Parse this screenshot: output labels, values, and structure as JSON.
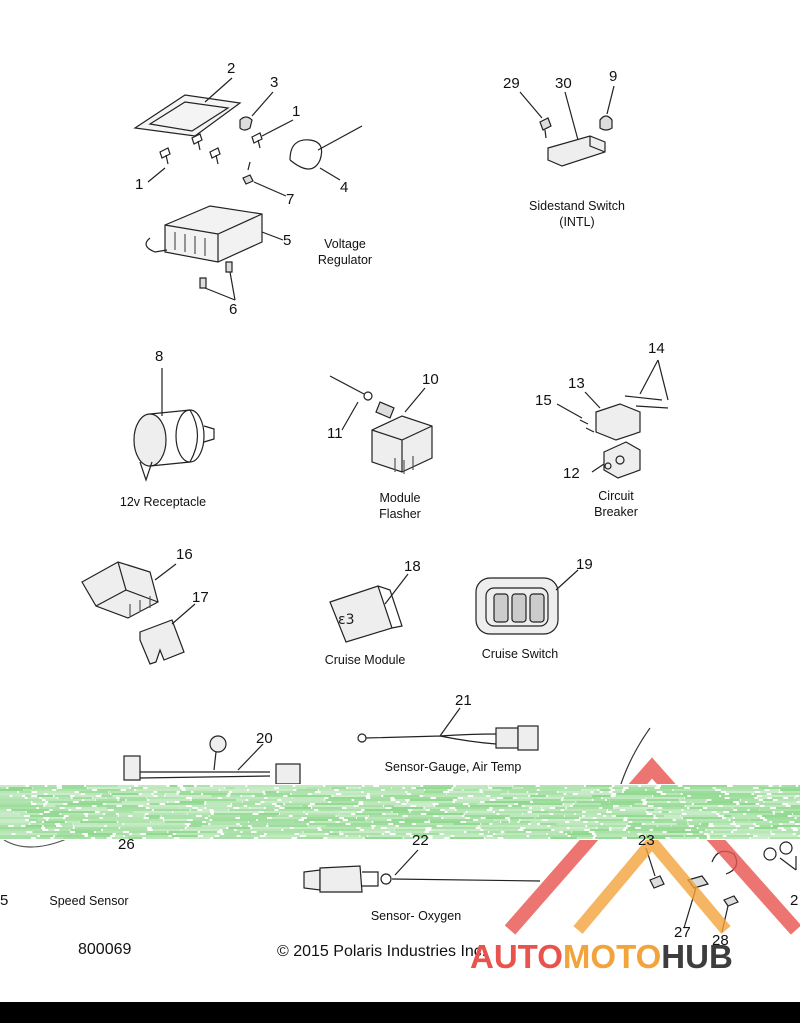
{
  "callouts": {
    "n1a": "1",
    "n1b": "1",
    "n2": "2",
    "n3": "3",
    "n4": "4",
    "n5": "5",
    "n6": "6",
    "n7": "7",
    "n8": "8",
    "n9": "9",
    "n10": "10",
    "n11": "11",
    "n12": "12",
    "n13": "13",
    "n14": "14",
    "n15": "15",
    "n16": "16",
    "n17": "17",
    "n18": "18",
    "n19": "19",
    "n20": "20",
    "n21": "21",
    "n22": "22",
    "n23": "23",
    "n26": "26",
    "n27": "27",
    "n28": "28",
    "n29": "29",
    "n30": "30",
    "n5b": "5",
    "n2b": "2"
  },
  "captions": {
    "voltage_regulator": [
      "Voltage",
      "Regulator"
    ],
    "sidestand_switch": [
      "Sidestand Switch",
      "(INTL)"
    ],
    "receptacle": "12v Receptacle",
    "module_flasher": [
      "Module",
      "Flasher"
    ],
    "circuit_breaker": [
      "Circuit",
      "Breaker"
    ],
    "cruise_module": "Cruise Module",
    "cruise_switch": "Cruise Switch",
    "sensor_gauge": "Sensor-Gauge, Air Temp",
    "speed_sensor": "Speed Sensor",
    "sensor_oxygen": "Sensor- Oxygen"
  },
  "footer": {
    "part_number": "800069",
    "copyright": "© 2015 Polaris Industries Inc."
  },
  "watermark": {
    "w1": "AUTO",
    "w2": "MOTO",
    "w3": "HUB"
  },
  "colors": {
    "watermark_red": "#e9534e",
    "watermark_orange": "#f3a33b",
    "noise_green": "#4cc14a"
  }
}
